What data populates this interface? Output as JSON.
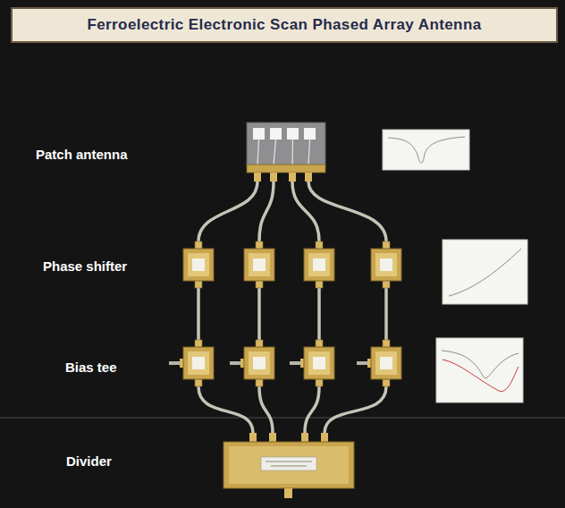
{
  "diagram": {
    "title": "Ferroelectric Electronic Scan Phased Array Antenna",
    "labels": [
      "Patch antenna",
      "Phase shifter",
      "Bias tee",
      "Divider"
    ]
  }
}
